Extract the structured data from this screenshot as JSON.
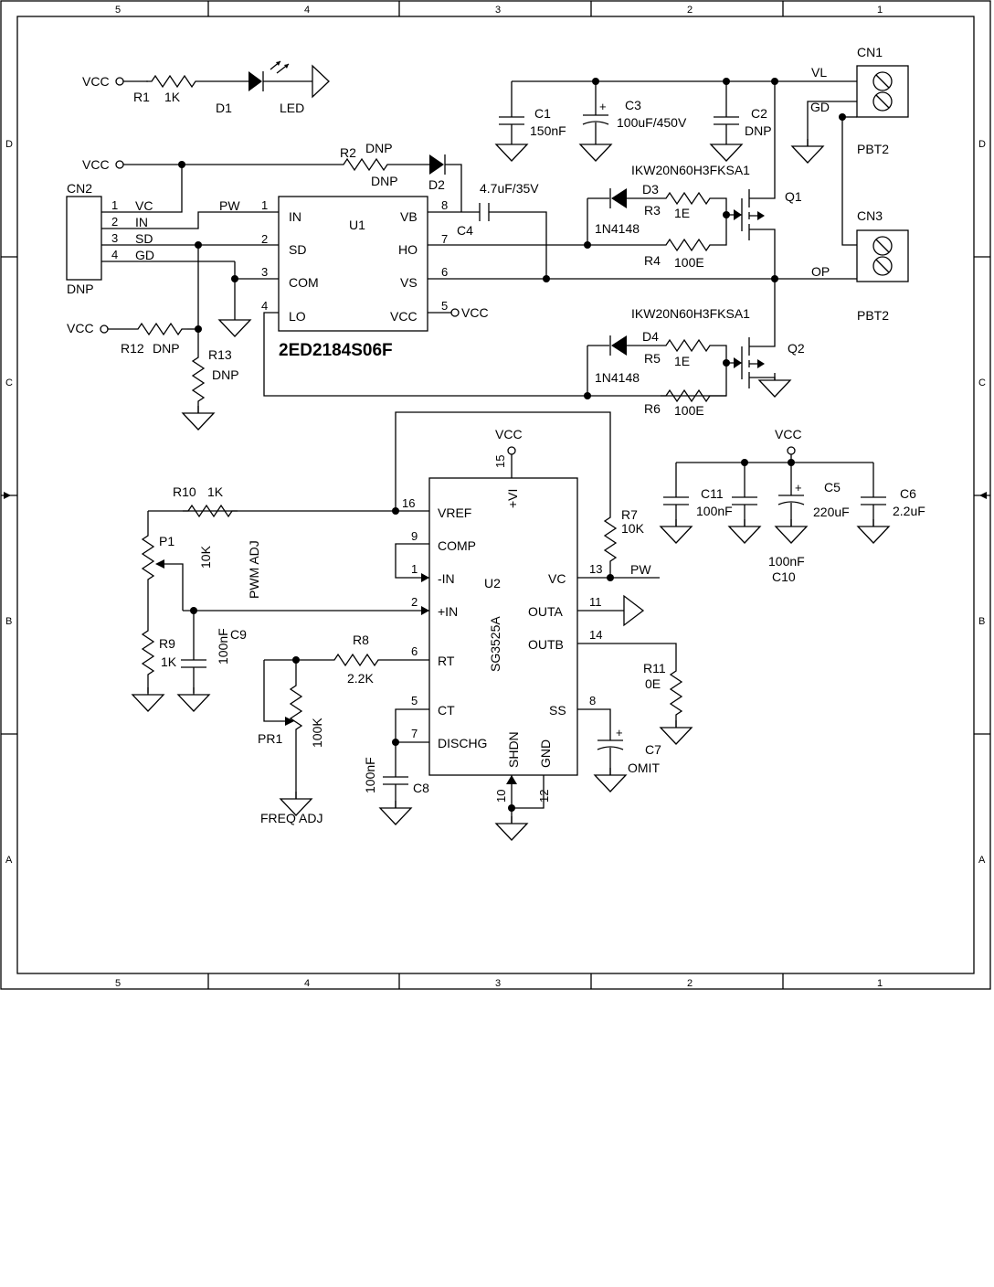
{
  "border": {
    "cols": [
      "5",
      "4",
      "3",
      "2",
      "1"
    ],
    "rows": [
      "D",
      "C",
      "B",
      "A"
    ]
  },
  "led_section": {
    "vcc": "VCC",
    "r1": "R1",
    "r1_val": "1K",
    "d1": "D1",
    "led": "LED"
  },
  "connector_cn2": {
    "ref": "CN2",
    "dnp": "DNP",
    "pins": [
      {
        "num": "1",
        "name": "VC"
      },
      {
        "num": "2",
        "name": "IN"
      },
      {
        "num": "3",
        "name": "SD"
      },
      {
        "num": "4",
        "name": "GD"
      }
    ]
  },
  "r2_section": {
    "vcc": "VCC",
    "r2": "R2",
    "r2_top": "DNP",
    "r2_bot": "DNP",
    "d2": "D2"
  },
  "u1": {
    "ref": "U1",
    "part": "2ED2184S06F",
    "pins_left": [
      {
        "num": "1",
        "name": "IN"
      },
      {
        "num": "2",
        "name": "SD"
      },
      {
        "num": "3",
        "name": "COM"
      },
      {
        "num": "4",
        "name": "LO"
      }
    ],
    "pins_right": [
      {
        "num": "8",
        "name": "VB"
      },
      {
        "num": "7",
        "name": "HO"
      },
      {
        "num": "6",
        "name": "VS"
      },
      {
        "num": "5",
        "name": "VCC"
      }
    ],
    "pw": "PW",
    "vcc_out": "VCC"
  },
  "c4": {
    "ref": "C4",
    "val": "4.7uF/35V"
  },
  "bias": {
    "r12": "R12",
    "r12_val": "DNP",
    "r13": "R13",
    "r13_val": "DNP",
    "vcc": "VCC"
  },
  "bulk_caps": {
    "c1": "C1",
    "c1_val": "150nF",
    "c3": "C3",
    "c3_val": "100uF/450V",
    "c2": "C2",
    "c2_val": "DNP",
    "plus": "+"
  },
  "high_side": {
    "part": "IKW20N60H3FKSA1",
    "d3": "D3",
    "r3": "R3",
    "r3_val": "1E",
    "d3_val": "1N4148",
    "r4": "R4",
    "r4_val": "100E",
    "q1": "Q1"
  },
  "low_side": {
    "part": "IKW20N60H3FKSA1",
    "d4": "D4",
    "r5": "R5",
    "r5_val": "1E",
    "d4_val": "1N4148",
    "r6": "R6",
    "r6_val": "100E",
    "q2": "Q2"
  },
  "terminals": {
    "cn1": "CN1",
    "cn1_type": "PBT2",
    "cn3": "CN3",
    "cn3_type": "PBT2",
    "vl": "VL",
    "gd": "GD",
    "op": "OP"
  },
  "u2": {
    "ref": "U2",
    "part": "SG3525A",
    "pins_left": [
      {
        "num": "16",
        "name": "VREF"
      },
      {
        "num": "9",
        "name": "COMP"
      },
      {
        "num": "1",
        "name": "-IN"
      },
      {
        "num": "2",
        "name": "+IN"
      },
      {
        "num": "6",
        "name": "RT"
      },
      {
        "num": "5",
        "name": "CT"
      },
      {
        "num": "7",
        "name": "DISCHG"
      }
    ],
    "pins_right": [
      {
        "num": "13",
        "name": "VC"
      },
      {
        "num": "11",
        "name": "OUTA"
      },
      {
        "num": "14",
        "name": "OUTB"
      },
      {
        "num": "8",
        "name": "SS"
      }
    ],
    "top_pin": {
      "num": "15",
      "name": "+VI"
    },
    "bottom_pins": [
      {
        "num": "10",
        "name": "SHDN"
      },
      {
        "num": "12",
        "name": "GND"
      }
    ],
    "vcc": "VCC",
    "pw": "PW"
  },
  "pwm_network": {
    "r10": "R10",
    "r10_val": "1K",
    "p1": "P1",
    "p1_val": "10K",
    "pwm_adj": "PWM ADJ",
    "r9": "R9",
    "r9_val": "1K",
    "c9": "C9",
    "c9_val": "100nF"
  },
  "freq_network": {
    "r8": "R8",
    "r8_val": "2.2K",
    "pr1": "PR1",
    "pr1_val": "100K",
    "freq_adj": "FREQ ADJ",
    "c8": "C8",
    "c8_val": "100nF"
  },
  "right_parts": {
    "r7": "R7",
    "r7_val": "10K",
    "r11": "R11",
    "r11_val": "0E",
    "c7": "C7",
    "c7_val": "OMIT",
    "plus": "+"
  },
  "decoupling": {
    "vcc": "VCC",
    "c11": "C11",
    "c11_val": "100nF",
    "c10": "C10",
    "c10_val": "100nF",
    "c5": "C5",
    "c5_val": "220uF",
    "c6": "C6",
    "c6_val": "2.2uF",
    "plus": "+"
  }
}
